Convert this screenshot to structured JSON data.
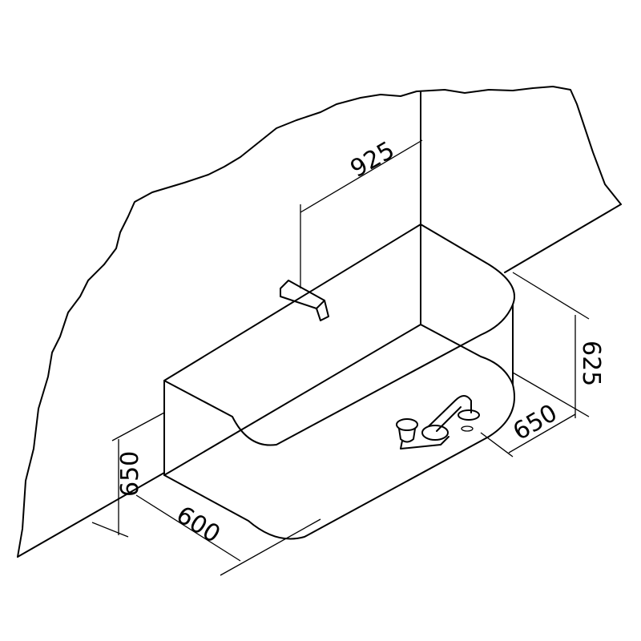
{
  "drawing": {
    "dimensions": {
      "wall_length": "925",
      "tub_height_right": "625",
      "tub_depth_right": "650",
      "tub_height_left": "650",
      "tub_width": "600"
    }
  }
}
